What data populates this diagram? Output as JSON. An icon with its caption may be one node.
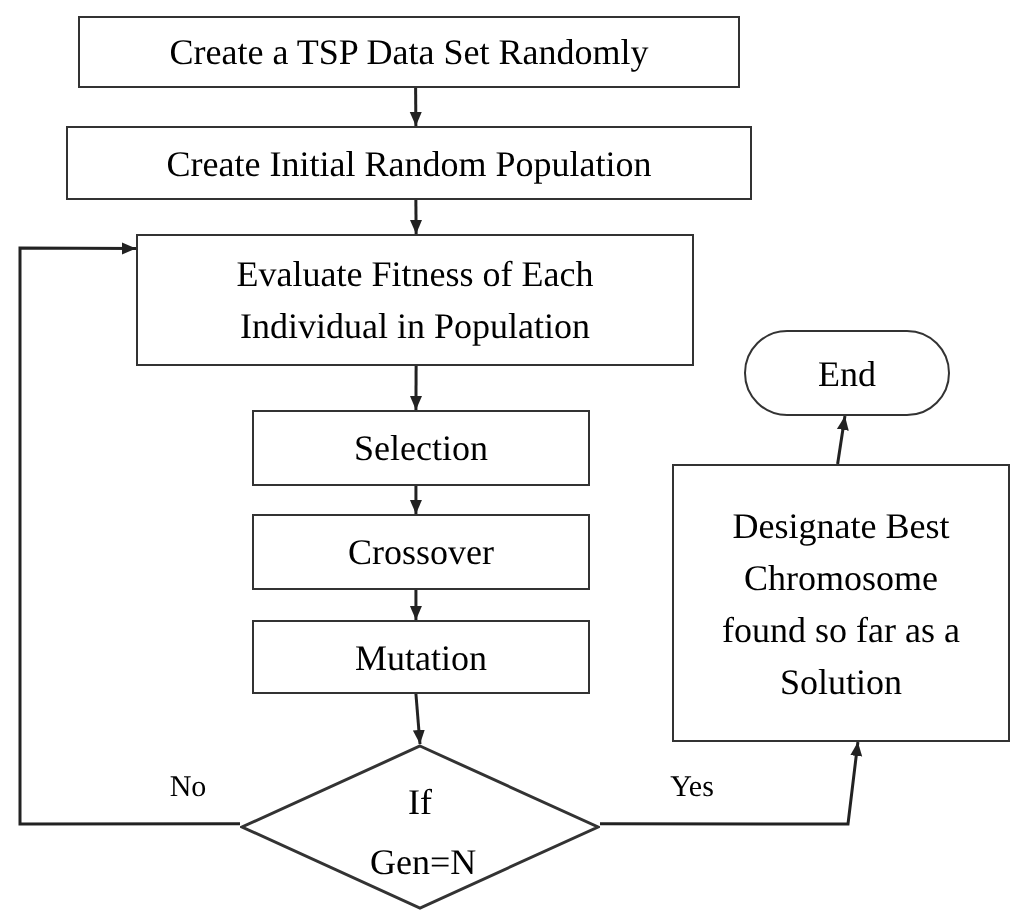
{
  "diagram": {
    "nodes": [
      {
        "text": [
          "Create a TSP Data Set Randomly"
        ]
      },
      {
        "text": [
          "Create Initial Random Population"
        ]
      },
      {
        "text": [
          "Evaluate Fitness of Each Individual in Population"
        ]
      },
      {
        "text": [
          "Selection"
        ]
      },
      {
        "text": [
          "Crossover"
        ]
      },
      {
        "text": [
          "Mutation"
        ]
      },
      {
        "text": [
          "If Gen=N"
        ]
      },
      {
        "text": [
          "End"
        ]
      },
      {
        "text": [
          "Designate Best Chromosome found so far as a Solution"
        ]
      }
    ],
    "edges": [
      {
        "from": 0,
        "to": 1,
        "arrow": "to"
      },
      {
        "from": 1,
        "to": 2,
        "arrow": "to"
      },
      {
        "from": 2,
        "to": 3,
        "arrow": "to"
      },
      {
        "from": 3,
        "to": 4,
        "arrow": "to"
      },
      {
        "from": 4,
        "to": 5,
        "arrow": "to"
      },
      {
        "from": 5,
        "to": 6,
        "arrow": "to"
      },
      {
        "from": 6,
        "to": 2,
        "arrow": "to",
        "label": "No"
      },
      {
        "from": 6,
        "to": 8,
        "arrow": "to",
        "label": "Yes"
      },
      {
        "from": 8,
        "to": 7,
        "arrow": "to"
      }
    ]
  }
}
